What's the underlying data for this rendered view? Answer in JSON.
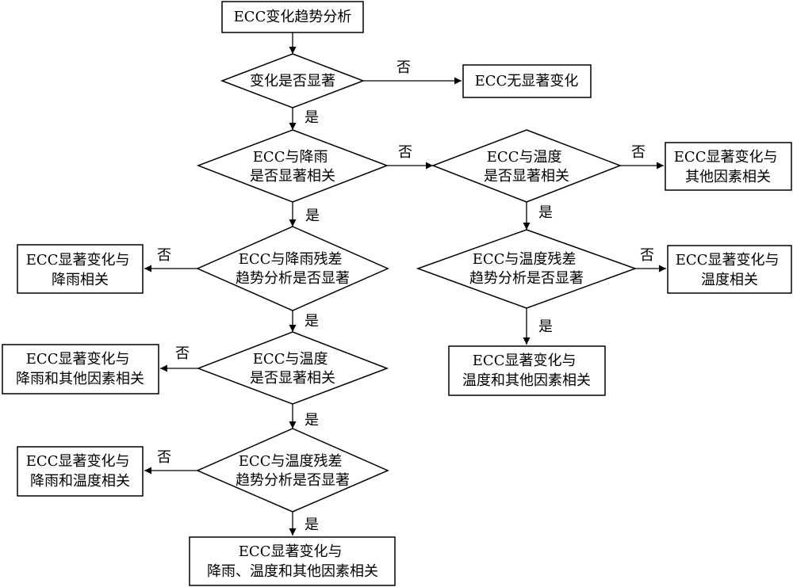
{
  "nodes": {
    "start": [
      "ECC变化趋势分析"
    ],
    "d_change": [
      "变化是否显著"
    ],
    "r_no_change": [
      "ECC无显著变化"
    ],
    "d_rain": [
      "ECC与降雨",
      "是否显著相关"
    ],
    "d_temp1": [
      "ECC与温度",
      "是否显著相关"
    ],
    "r_other": [
      "ECC显著变化与",
      "其他因素相关"
    ],
    "d_rain_res": [
      "ECC与降雨残差",
      "趋势分析是否显著"
    ],
    "r_rain": [
      "ECC显著变化与",
      "降雨相关"
    ],
    "d_temp1_res": [
      "ECC与温度残差",
      "趋势分析是否显著"
    ],
    "r_temp": [
      "ECC显著变化与",
      "温度相关"
    ],
    "r_temp_other": [
      "ECC显著变化与",
      "温度和其他因素相关"
    ],
    "d_temp2": [
      "ECC与温度",
      "是否显著相关"
    ],
    "r_rain_other": [
      "ECC显著变化与",
      "降雨和其他因素相关"
    ],
    "d_temp2_res": [
      "ECC与温度残差",
      "趋势分析是否显著"
    ],
    "r_rain_temp": [
      "ECC显著变化与",
      "降雨和温度相关"
    ],
    "r_all": [
      "ECC显著变化与",
      "降雨、温度和其他因素相关"
    ]
  },
  "labels": {
    "yes": "是",
    "no": "否"
  }
}
